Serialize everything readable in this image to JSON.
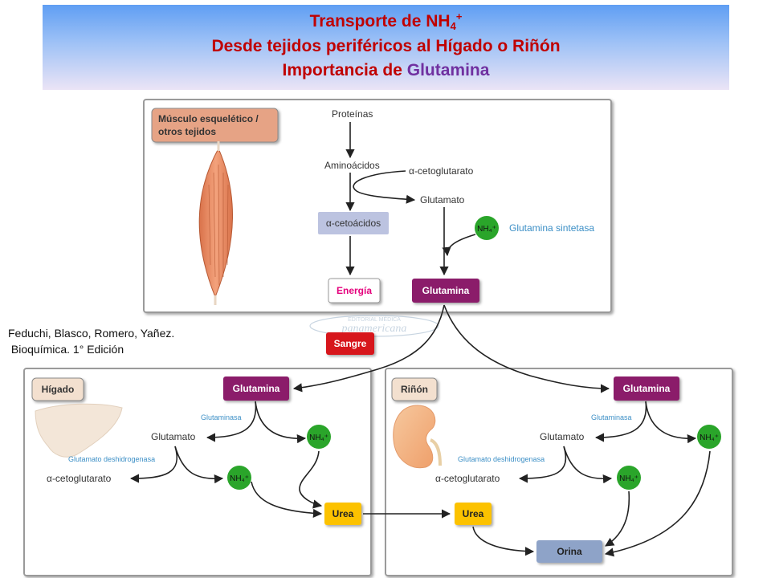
{
  "header": {
    "title_line1_prefix": "Transporte de NH",
    "title_line1_sub": "4",
    "title_line1_sup": "+",
    "title_line2": "Desde tejidos periféricos al Hígado o Riñón",
    "title_line3_prefix": "Importancia de ",
    "title_line3_highlight": "Glutamina"
  },
  "citation": {
    "line1": "Feduchi, Blasco, Romero, Yañez.",
    "line2": " Bioquímica. 1° Edición"
  },
  "muscle_panel": {
    "title_line1": "Músculo esquelético /",
    "title_line2": "otros tejidos",
    "proteinas": "Proteínas",
    "aminoacidos": "Aminoácidos",
    "ketoglutarato": "α-cetoglutarato",
    "glutamato": "Glutamato",
    "cetoacidos": "α-cetoácidos",
    "nh4": "NH₄⁺",
    "enzyme": "Glutamina sintetasa",
    "energia": "Energía",
    "glutamina": "Glutamina"
  },
  "watermark": {
    "top": "EDITORIAL MÉDICA",
    "bottom": "panamericana"
  },
  "sangre": "Sangre",
  "liver_panel": {
    "title": "Hígado",
    "glutamina": "Glutamina",
    "glutaminasa": "Glutaminasa",
    "glutamato": "Glutamato",
    "nh4_a": "NH₄⁺",
    "gdh": "Glutamato deshidrogenasa",
    "ketoglutarato": "α-cetoglutarato",
    "nh4_b": "NH₄⁺",
    "urea": "Urea"
  },
  "kidney_panel": {
    "title": "Riñón",
    "glutamina": "Glutamina",
    "glutaminasa": "Glutaminasa",
    "glutamato": "Glutamato",
    "nh4_a": "NH₄⁺",
    "gdh": "Glutamato deshidrogenasa",
    "ketoglutarato": "α-cetoglutarato",
    "nh4_b": "NH₄⁺",
    "urea": "Urea",
    "orina": "Orina"
  },
  "colors": {
    "title_red": "#c00000",
    "glutamina_purple": "#8b1a6b",
    "energia_pink": "#e4007c",
    "sangre_red": "#d7141e",
    "urea_yellow": "#fcc200",
    "nh4_green": "#2aa52a",
    "cetoacidos_lavender": "#bcc3e0",
    "orina_blue": "#8ea3c8",
    "tag_muscle": "#e6a385",
    "tag_organ": "#f3e0cf"
  }
}
